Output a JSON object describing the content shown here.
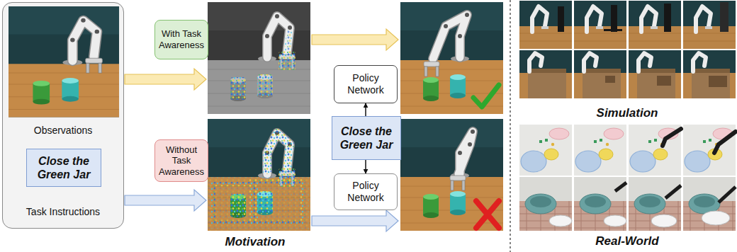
{
  "diagram": {
    "nodes": [
      {
        "text": [
          "Observations",
          "Task Instructions"
        ]
      },
      {
        "text": [
          "Close the Green Jar"
        ],
        "in": 0
      },
      {
        "text": [
          "With Task Awareness"
        ]
      },
      {
        "text": [
          "Without Task Awareness"
        ]
      },
      {
        "text": [
          "Policy Network"
        ]
      },
      {
        "text": [
          "Close the Green Jar"
        ]
      },
      {
        "text": [
          "Policy Network"
        ]
      }
    ],
    "edges": [
      {
        "from": 5,
        "to": 4,
        "arrow": "to"
      },
      {
        "from": 5,
        "to": 6,
        "arrow": "to"
      }
    ],
    "labels": [
      "Motivation",
      "Simulation",
      "Real-World"
    ]
  }
}
